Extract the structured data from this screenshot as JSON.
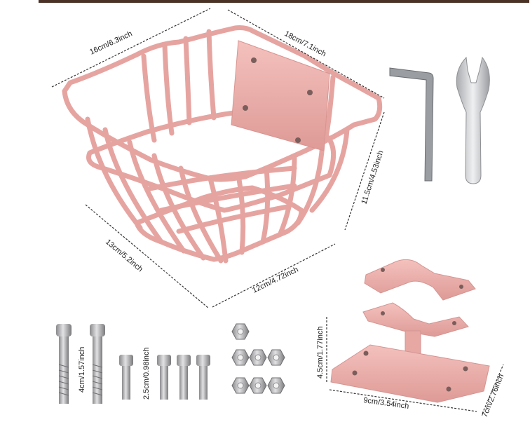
{
  "image": {
    "subject": "pink-metal-bicycle-basket-kit",
    "colors": {
      "basket": "#e9a9a6",
      "basket_shade": "#d98f8c",
      "top_bar": "#4a3326",
      "metal": "#b9b9bb",
      "metal_dark": "#7d7d80",
      "dim_line": "#333333"
    }
  },
  "dimensions": {
    "basket_top_left": "16cm/6.3inch",
    "basket_top_right": "18cm/7.1inch",
    "basket_height": "11.5cm/4.53inch",
    "basket_bottom_left": "13cm/5.2inch",
    "basket_bottom_right": "12cm/4.72inch",
    "long_bolt": "4cm/1.57inch",
    "short_bolt": "2.5cm/0.98inch",
    "bracket_height": "4.5cm/1.77inch",
    "bracket_width": "9cm/3.54inch",
    "bracket_depth": "7cm/2.76inch"
  },
  "parts": {
    "tools": [
      "hex-key-icon",
      "wrench-icon"
    ],
    "long_bolts": 2,
    "short_bolts": 4,
    "nuts": 7
  }
}
